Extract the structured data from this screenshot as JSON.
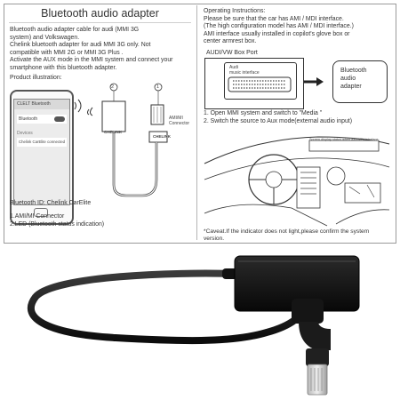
{
  "left_panel": {
    "title": "Bluetooth audio adapter",
    "description": [
      "Bluetooth audio adapter cable for audi (MMI 3G",
      "system) and Volkswagen.",
      "Chelink bluetooth adapter for audi MMI 3G only. Not",
      "compatible with MMI 2G or MMI 3G Plus .",
      "Activate the AUX mode in the MMI system and connect your",
      "smartphone with this bluetooth adapter."
    ],
    "product_illustration_label": "Product illustration:",
    "phone_screen": {
      "header": "CLELT Bluetooth",
      "bluetooth_label": "Bluetooth",
      "device_label": "Devices",
      "device_name": "Chelink CarElite",
      "device_status": "connected"
    },
    "adapter_brand": "CHELINK",
    "plug_brand": "CHELINK",
    "callout_1": "1",
    "callout_2": "2",
    "connector_label_line1": "AMI/MI",
    "connector_label_line2": "Connector",
    "bluetooth_id": "Bluetooth ID: Chelink CarElite",
    "legend": [
      "1.AMI/MI Connector",
      "2.LED (Bluetooth status indication)"
    ]
  },
  "right_panel": {
    "instructions": [
      "Operating Instructions:",
      "Please be sure that the car has AMI / MDI interface.",
      "(The high configuration model has AMI / MDI interface.)",
      "AMI interface usually installed in copilot's glove box or",
      "center armrest box."
    ],
    "port_label": "AUDI/VW Box Port",
    "port_inner_label_1": "Audi",
    "port_inner_label_2": "music interface",
    "target_label": [
      "Bluetooth",
      "audio",
      "adapter"
    ],
    "steps": [
      "1. Open MMI system and switch to \"Media \"",
      "2. Switch the source to Aux mode(external audio input)"
    ],
    "screen_caption": "Screen display status when AMI/MDI interface",
    "caveat": [
      "*Caveat.If the indicator does not light,please confirm the system",
      "version."
    ]
  }
}
